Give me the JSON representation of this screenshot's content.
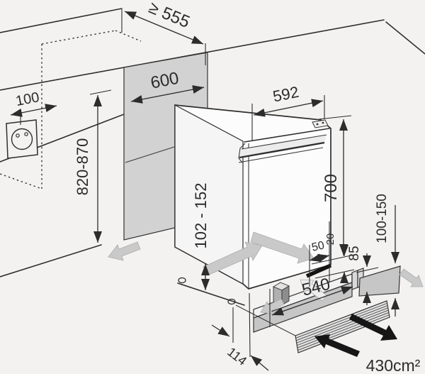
{
  "diagram": {
    "type": "installation-dimension-drawing",
    "subject": "built-under appliance niche with ventilation"
  },
  "labels": {
    "niche_depth": "≥ 555",
    "niche_width": "600",
    "socket_distance": "100",
    "niche_height": "820-870",
    "appliance_width": "592",
    "door_height": "700",
    "floor_clearance_range": "102 - 152",
    "vent_gap_depth": "50",
    "gap_twenty": "20",
    "dim_eighty_five": "85",
    "plinth_panel_height": "100-150",
    "vent_cutout_width": "540",
    "plinth_recess_depth": "114",
    "vent_cross_section": "430cm²"
  },
  "colors": {
    "background": "#f3f2f0",
    "line": "#2f2f2f",
    "niche_panel_gray": "#d2d2d2",
    "plinth_gray": "#c6c6c6",
    "spacer_gray": "#d9d9d9",
    "grille_gray": "#e4e4e4",
    "airflow_gray": "#c9c9c9",
    "airflow_light": "#ededed",
    "box_top": "#e2e2e2",
    "box_front": "#b0b0b0",
    "box_side": "#8d8d8d",
    "arrow_black": "#161616",
    "appliance_face": "#fcfcfc",
    "appliance_side": "#f5f5f5",
    "handle_wash": "#ececec",
    "white_strip": "#f2f2f2"
  }
}
